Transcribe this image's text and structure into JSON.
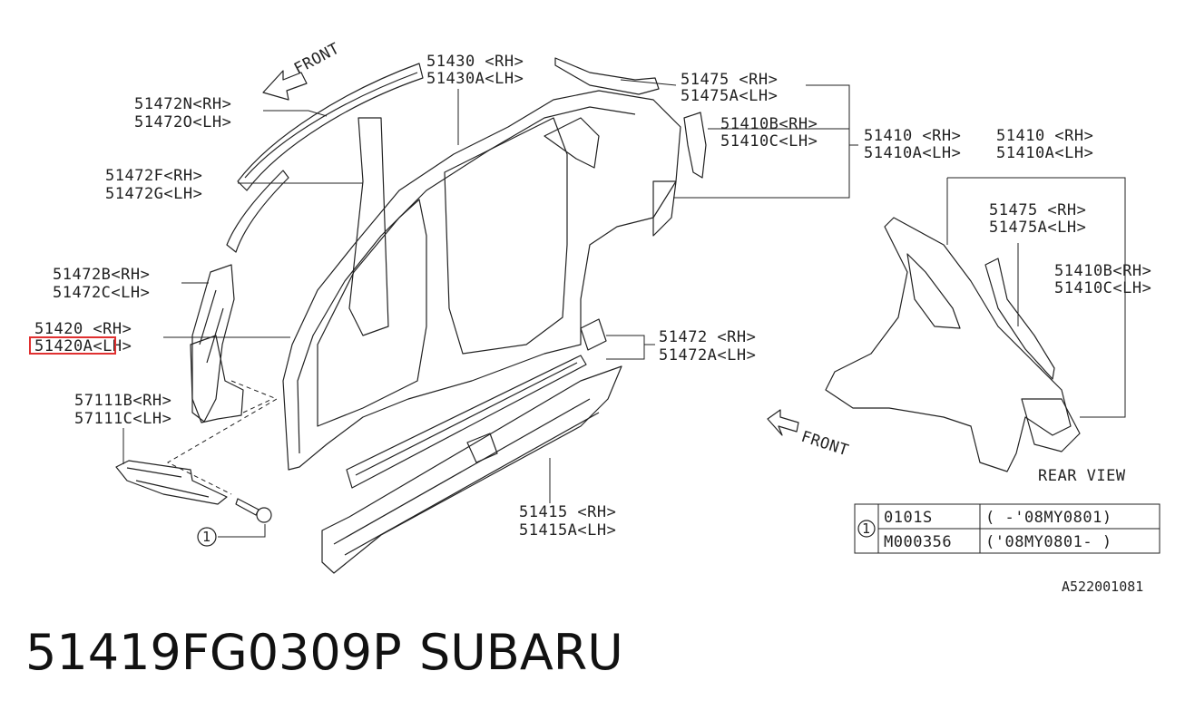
{
  "labels": {
    "l51430": "51430 <RH>",
    "l51430A": "51430A<LH>",
    "l51475": "51475 <RH>",
    "l51475A": "51475A<LH>",
    "l51410B": "51410B<RH>",
    "l51410C": "51410C<LH>",
    "l51410": "51410 <RH>",
    "l51410A": "51410A<LH>",
    "l51410_r": "51410 <RH>",
    "l51410A_r": "51410A<LH>",
    "l51475_r": "51475 <RH>",
    "l51475A_r": "51475A<LH>",
    "l51410B_r": "51410B<RH>",
    "l51410C_r": "51410C<LH>",
    "l51472N": "51472N<RH>",
    "l51472O": "51472O<LH>",
    "l51472F": "51472F<RH>",
    "l51472G": "51472G<LH>",
    "l51472B": "51472B<RH>",
    "l51472C": "51472C<LH>",
    "l51420": "51420 <RH>",
    "l51420A": "51420A<LH>",
    "l57111B": "57111B<RH>",
    "l57111C": "57111C<LH>",
    "l51472": "51472 <RH>",
    "l51472A": "51472A<LH>",
    "l51415": "51415 <RH>",
    "l51415A": "51415A<LH>",
    "front_top": "FRONT",
    "front_right": "FRONT",
    "rear_view": "REAR VIEW",
    "callout": "1",
    "diagram_code": "A522001081"
  },
  "bolt_table": {
    "ref": "1",
    "rows": [
      {
        "part": "0101S",
        "range": "(    -'08MY0801)"
      },
      {
        "part": "M000356",
        "range": "('08MY0801-    )"
      }
    ]
  },
  "footer": {
    "part_number": "51419FG0309P",
    "brand": "SUBARU"
  },
  "highlight_color": "#e03030"
}
